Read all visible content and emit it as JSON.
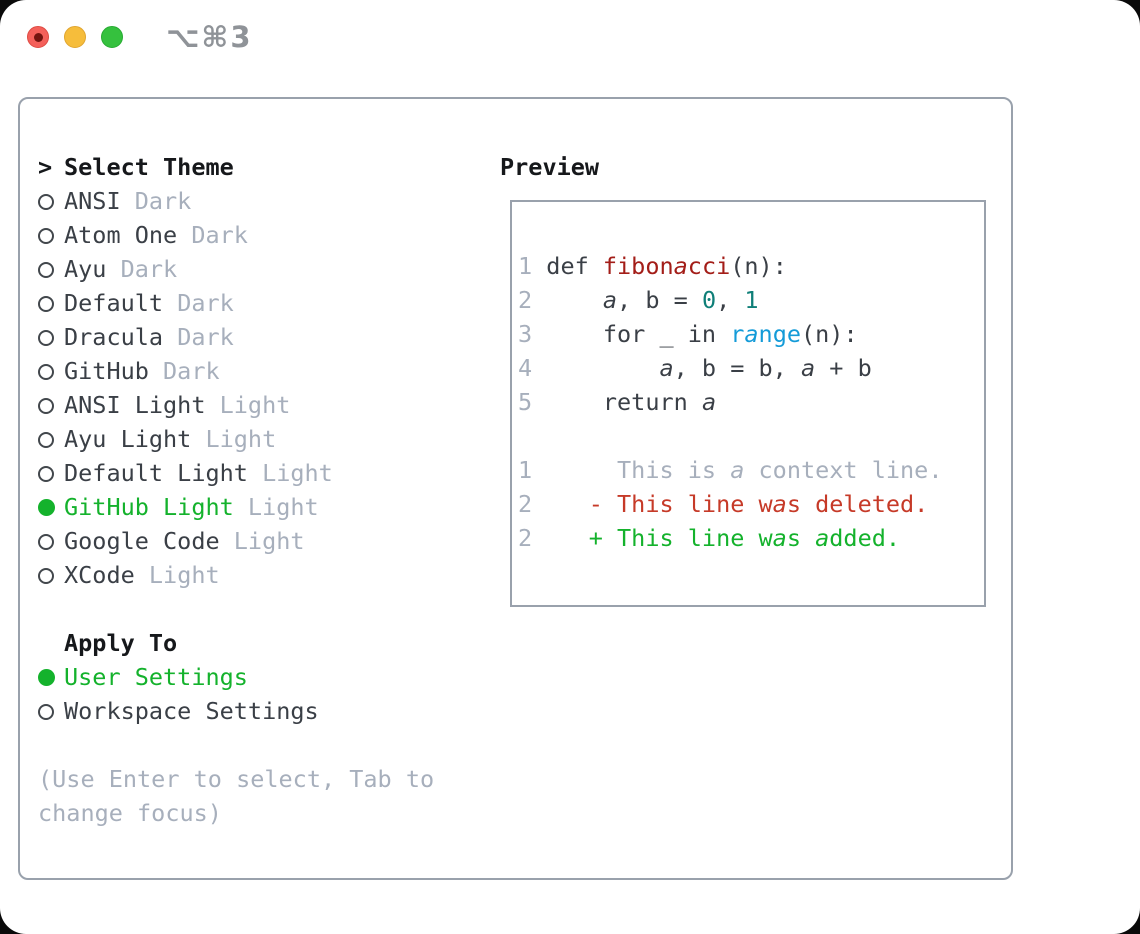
{
  "window": {
    "title": "⌥⌘3",
    "traffic_lights": [
      "close",
      "minimize",
      "zoom"
    ]
  },
  "theme_selector": {
    "header_marker": ">",
    "header_label": "Select Theme",
    "themes": [
      {
        "name": "ANSI",
        "variant": "Dark",
        "selected": false
      },
      {
        "name": "Atom One",
        "variant": "Dark",
        "selected": false
      },
      {
        "name": "Ayu",
        "variant": "Dark",
        "selected": false
      },
      {
        "name": "Default",
        "variant": "Dark",
        "selected": false
      },
      {
        "name": "Dracula",
        "variant": "Dark",
        "selected": false
      },
      {
        "name": "GitHub",
        "variant": "Dark",
        "selected": false
      },
      {
        "name": "ANSI Light",
        "variant": "Light",
        "selected": false
      },
      {
        "name": "Ayu Light",
        "variant": "Light",
        "selected": false
      },
      {
        "name": "Default Light",
        "variant": "Light",
        "selected": false
      },
      {
        "name": "GitHub Light",
        "variant": "Light",
        "selected": true
      },
      {
        "name": "Google Code",
        "variant": "Light",
        "selected": false
      },
      {
        "name": "XCode",
        "variant": "Light",
        "selected": false
      }
    ],
    "apply_to_header": "Apply To",
    "apply_options": [
      {
        "name": "User Settings",
        "selected": true
      },
      {
        "name": "Workspace Settings",
        "selected": false
      }
    ],
    "hint_lines": [
      "(Use Enter to select, Tab to",
      "change focus)"
    ]
  },
  "preview": {
    "title": "Preview",
    "code_block": [
      {
        "tokens": [
          {
            "t": "1 ",
            "c": "lnum"
          },
          {
            "t": "def ",
            "c": "p"
          },
          {
            "t": "fibonacci",
            "c": "fn"
          },
          {
            "t": "(n):",
            "c": "p"
          }
        ]
      },
      {
        "tokens": [
          {
            "t": "2 ",
            "c": "lnum"
          },
          {
            "t": "    a, b = ",
            "c": "p"
          },
          {
            "t": "0",
            "c": "num"
          },
          {
            "t": ", ",
            "c": "p"
          },
          {
            "t": "1",
            "c": "num"
          }
        ]
      },
      {
        "tokens": [
          {
            "t": "3 ",
            "c": "lnum"
          },
          {
            "t": "    for _ in ",
            "c": "p"
          },
          {
            "t": "range",
            "c": "fn2"
          },
          {
            "t": "(n):",
            "c": "p"
          }
        ]
      },
      {
        "tokens": [
          {
            "t": "4 ",
            "c": "lnum"
          },
          {
            "t": "        a, b = b, a + b",
            "c": "p"
          }
        ]
      },
      {
        "tokens": [
          {
            "t": "5 ",
            "c": "lnum"
          },
          {
            "t": "    return a",
            "c": "p"
          }
        ]
      }
    ],
    "diff_block": [
      {
        "tokens": [
          {
            "t": "1 ",
            "c": "lnum"
          },
          {
            "t": "     This is a context line.",
            "c": "ctx"
          }
        ]
      },
      {
        "tokens": [
          {
            "t": "2 ",
            "c": "lnum"
          },
          {
            "t": "   - This line was deleted.",
            "c": "del"
          }
        ]
      },
      {
        "tokens": [
          {
            "t": "2 ",
            "c": "lnum"
          },
          {
            "t": "   + This line was added.",
            "c": "add"
          }
        ]
      }
    ]
  },
  "colors": {
    "accent_green": "#14b22c",
    "diff_red": "#c63a28",
    "function_red": "#a31d18",
    "number_teal": "#0f7f78",
    "builtin_blue": "#149bd8",
    "muted_gray": "#a7afbc",
    "ink": "#3a3f46",
    "border_gray": "#99a1ac"
  }
}
